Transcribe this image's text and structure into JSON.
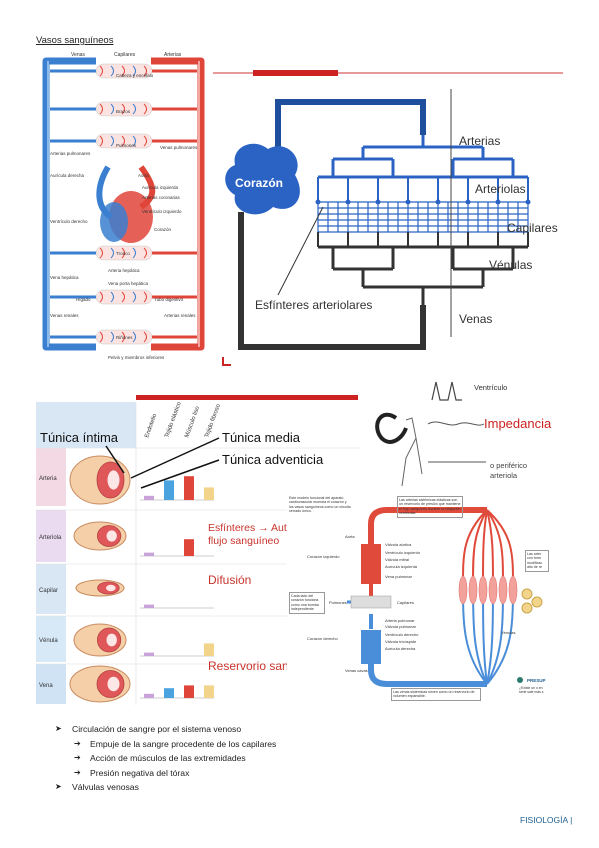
{
  "page_title": "Vasos sanguíneos",
  "circulation": {
    "labels": {
      "venas": "Venas",
      "capilares": "Capilares",
      "arterias": "Arterias",
      "cabeza": "Cabeza y encéfalo",
      "brazos": "Brazos",
      "pulmones": "Pulmones",
      "arterias_pulmonares": "Arterias pulmonares",
      "venas_pulmonares": "Venas pulmonares",
      "auricula_derecha": "Aurícula derecha",
      "aorta": "Aorta",
      "auricula_izquierda": "Aurícula izquierda",
      "arterias_coronarias": "Arterias coronarias",
      "ventriculo_izquierdo": "Ventrículo izquierdo",
      "ventriculo_derecho": "Ventrículo derecho",
      "corazon": "Corazón",
      "tronco": "Tronco",
      "arteria_hepatica": "Arteria hepática",
      "vena_hepatica": "Vena hepática",
      "vena_porta": "Vena porta hepática",
      "higado": "Hígado",
      "tubo_digestivo": "Tubo digestivo",
      "venas_renales": "Venas renales",
      "arterias_renales": "Arterias renales",
      "rinones": "Riñones",
      "pelvis": "Pelvis y miembros inferiores"
    }
  },
  "hierarchy": {
    "heart": "Corazón",
    "arterias": "Arterias",
    "arteriolas": "Arteriolas",
    "capilares": "Capilares",
    "venulas": "Vénulas",
    "venas": "Venas",
    "esfinteres": "Esfínteres arteriolares"
  },
  "wall": {
    "col_headers": [
      "Endotelio",
      "Tejido elástico",
      "Músculo liso",
      "Tejido fibroso"
    ],
    "rows": [
      "Arteria",
      "Arteriola",
      "Capilar",
      "Vénula",
      "Vena"
    ],
    "tunica_intima": "Túnica íntima",
    "tunica_media": "Túnica media",
    "tunica_adventicia": "Túnica adventicia",
    "esfinteres": "Esfínteres → Autorregulación flujo sanguíneo",
    "difusion": "Difusión",
    "reservorio": "Reservorio sanguíneo",
    "bar_colors": [
      "#c8a2d8",
      "#4aa3df",
      "#e0453a",
      "#f2d58a"
    ],
    "bars": [
      [
        0.15,
        0.7,
        0.85,
        0.45
      ],
      [
        0.12,
        0,
        0.6,
        0
      ],
      [
        0.12,
        0,
        0,
        0
      ],
      [
        0.12,
        0,
        0,
        0.45
      ],
      [
        0.15,
        0.35,
        0.45,
        0.45
      ]
    ]
  },
  "pressure": {
    "ventriculo": "Ventrículo",
    "impedancia": "Impedancia",
    "periferico": "o periférico",
    "arteriola": "arteriola"
  },
  "model": {
    "intro": "Este modelo funcional del aparato cardiovascular muestra el corazón y los vasos sanguíneos como un circuito cerrado único.",
    "arterias_note": "Las arterias sistémicas elásticas son un reservorio de presión que mantiene el flujo sanguíneo durante la relajación ventricular.",
    "aorta": "Aorta",
    "valvula_aortica": "Válvula aórtica",
    "corazon_izquierdo": "Corazón izquierdo",
    "ventriculo_izquierdo": "Ventrículo izquierdo",
    "valvula_mitral": "Válvula mitral",
    "auricula_izquierda": "Aurícula izquierda",
    "vena_pulmonar": "Vena pulmonar",
    "lado_note": "Cada lado del corazón funciona como una bomba independiente.",
    "pulmones": "Pulmones",
    "capilares": "Capilares",
    "arteria_pulmonar": "Arteria pulmonar",
    "valvula_pulmonar": "Válvula pulmonar",
    "corazon_derecho": "Corazón derecho",
    "ventriculo_derecho": "Ventrículo derecho",
    "valvula_tricuspide": "Válvula tricúspide",
    "auricula_derecha": "Aurícula derecha",
    "venas_cavas": "Venas cavas",
    "venas_note": "Las venas sistémicas sirven como un reservorio de volumen expansible.",
    "venulas": "Vénulas",
    "side_note": "Las arter con form modificac alto de re",
    "presup": "PRESUP",
    "presup_text": "¿Existe un o en serie sale más s"
  },
  "bullets": [
    {
      "level": 1,
      "text": "Circulación de sangre por el sistema venoso"
    },
    {
      "level": 2,
      "text": "Empuje de la sangre procedente de los capilares"
    },
    {
      "level": 2,
      "text": "Acción de músculos de las extremidades"
    },
    {
      "level": 2,
      "text": "Presión negativa del tórax"
    },
    {
      "level": 1,
      "text": "Válvulas venosas"
    }
  ],
  "footer": "FISIOLOGÍA |",
  "colors": {
    "arterial": "#e0453a",
    "venous": "#3a7fd0",
    "navy": "#1f4e9c",
    "dark_red": "#b3262d"
  }
}
